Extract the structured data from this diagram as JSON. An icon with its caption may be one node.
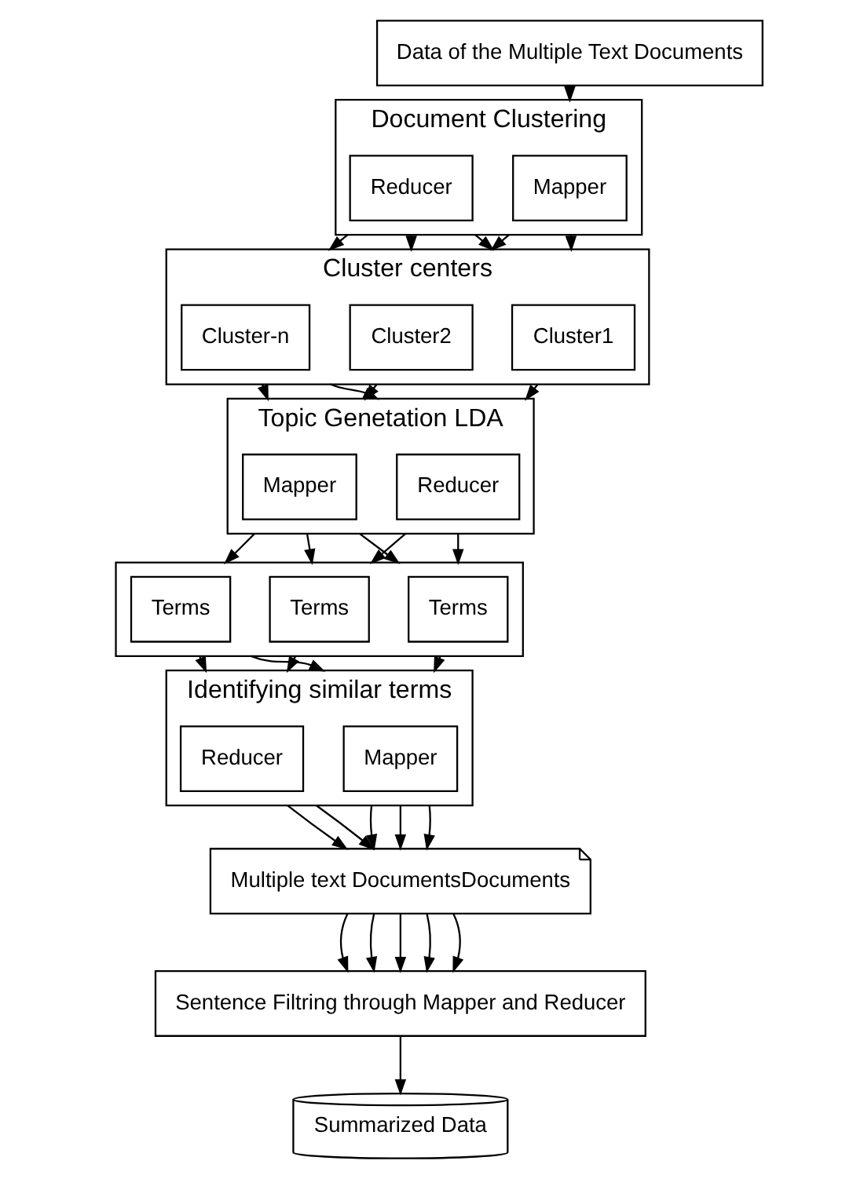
{
  "diagram": {
    "nodes": [
      {
        "text": [
          "Data of the Multiple Text Documents"
        ]
      },
      {
        "text": [
          "Document Clustering"
        ]
      },
      {
        "text": [
          "Mapper"
        ],
        "in": 1
      },
      {
        "text": [
          "Reducer"
        ],
        "in": 1
      },
      {
        "text": [
          "Cluster centers"
        ]
      },
      {
        "text": [
          "Cluster1"
        ],
        "in": 4
      },
      {
        "text": [
          "Cluster2"
        ],
        "in": 4
      },
      {
        "text": [
          "Cluster-n"
        ],
        "in": 4
      },
      {
        "text": [
          "Topic Genetation LDA"
        ]
      },
      {
        "text": [
          "Mapper"
        ],
        "in": 8
      },
      {
        "text": [
          "Reducer"
        ],
        "in": 8
      },
      {
        "text": [],
        "shape": "box"
      },
      {
        "text": [
          "Terms"
        ],
        "in": 11
      },
      {
        "text": [
          "Terms"
        ],
        "in": 11
      },
      {
        "text": [
          "Terms"
        ],
        "in": 11
      },
      {
        "text": [
          "Identifying similar terms"
        ]
      },
      {
        "text": [
          "Mapper"
        ],
        "in": 15
      },
      {
        "text": [
          "Reducer"
        ],
        "in": 15
      },
      {
        "text": [
          "Multiple text DocumentsDocuments"
        ]
      },
      {
        "text": [
          "Sentence Filtring through Mapper and Reducer"
        ]
      },
      {
        "text": [
          "Summarized Data"
        ]
      }
    ],
    "edges": [
      {
        "from": 0,
        "to": 1,
        "arrow": "to"
      },
      {
        "from": 1,
        "to": 4,
        "arrow": "to"
      },
      {
        "from": 1,
        "to": 4,
        "arrow": "to"
      },
      {
        "from": 1,
        "to": 4,
        "arrow": "to"
      },
      {
        "from": 1,
        "to": 4,
        "arrow": "to"
      },
      {
        "from": 1,
        "to": 4,
        "arrow": "to"
      },
      {
        "from": 4,
        "to": 8,
        "arrow": "to"
      },
      {
        "from": 4,
        "to": 8,
        "arrow": "to"
      },
      {
        "from": 4,
        "to": 8,
        "arrow": "to"
      },
      {
        "from": 4,
        "to": 8,
        "arrow": "to"
      },
      {
        "from": 8,
        "to": 11,
        "arrow": "to"
      },
      {
        "from": 8,
        "to": 11,
        "arrow": "to"
      },
      {
        "from": 8,
        "to": 11,
        "arrow": "to"
      },
      {
        "from": 8,
        "to": 11,
        "arrow": "to"
      },
      {
        "from": 8,
        "to": 11,
        "arrow": "to"
      },
      {
        "from": 11,
        "to": 15,
        "arrow": "to"
      },
      {
        "from": 11,
        "to": 15,
        "arrow": "to"
      },
      {
        "from": 11,
        "to": 15,
        "arrow": "to"
      },
      {
        "from": 11,
        "to": 15,
        "arrow": "to"
      },
      {
        "from": 15,
        "to": 18,
        "arrow": "to"
      },
      {
        "from": 15,
        "to": 18,
        "arrow": "to"
      },
      {
        "from": 15,
        "to": 18,
        "arrow": "to"
      },
      {
        "from": 15,
        "to": 18,
        "arrow": "to"
      },
      {
        "from": 15,
        "to": 18,
        "arrow": "to"
      },
      {
        "from": 18,
        "to": 19,
        "arrow": "to"
      },
      {
        "from": 18,
        "to": 19,
        "arrow": "to"
      },
      {
        "from": 18,
        "to": 19,
        "arrow": "to"
      },
      {
        "from": 18,
        "to": 19,
        "arrow": "to"
      },
      {
        "from": 18,
        "to": 19,
        "arrow": "to"
      },
      {
        "from": 19,
        "to": 20,
        "arrow": "to"
      }
    ]
  }
}
